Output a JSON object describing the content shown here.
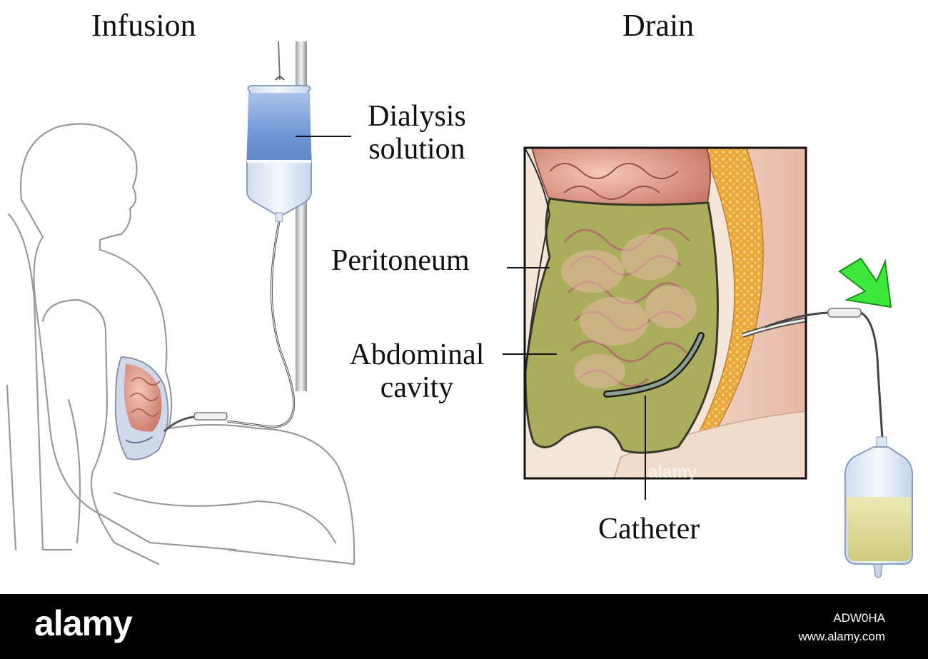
{
  "headings": {
    "infusion": "Infusion",
    "drain": "Drain"
  },
  "callouts": {
    "dialysis_solution": [
      "Dialysis",
      "solution"
    ],
    "peritoneum": "Peritoneum",
    "abdominal_cavity": [
      "Abdominal",
      "cavity"
    ],
    "catheter": "Catheter"
  },
  "watermark": "alamy",
  "footer": {
    "brand": "alamy",
    "image_id": "ADW0HA",
    "site": "www.alamy.com"
  },
  "colors": {
    "solution_blue": "#7fa6d8",
    "drained_fluid": "#d8d48e",
    "peritoneum_green": "#a7ac5a",
    "bowel_pink": "#e3a595",
    "fat_orange": "#e0a23a",
    "arrow_green": "#3ce83c"
  },
  "icons": {
    "drain_arrow": "arrow-down-right-icon"
  }
}
